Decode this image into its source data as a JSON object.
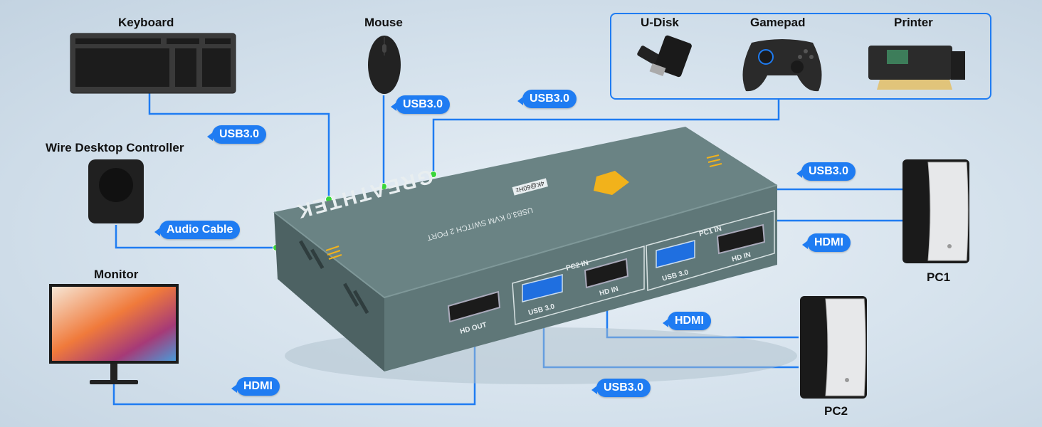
{
  "devices": {
    "keyboard": "Keyboard",
    "mouse": "Mouse",
    "udisk": "U-Disk",
    "gamepad": "Gamepad",
    "printer": "Printer",
    "controller": "Wire Desktop Controller",
    "monitor": "Monitor",
    "pc1": "PC1",
    "pc2": "PC2"
  },
  "cables": {
    "keyboard": "USB3.0",
    "mouse": "USB3.0",
    "peripherals": "USB3.0",
    "audio": "Audio Cable",
    "monitor": "HDMI",
    "pc1_usb": "USB3.0",
    "pc1_hdmi": "HDMI",
    "pc2_hdmi": "HDMI",
    "pc2_usb": "USB3.0"
  },
  "switch": {
    "brand": "GREATHTEK",
    "model": "USB3.0 KVM SWITCH 2 PORT",
    "badge": "4K@60Hz",
    "ports": {
      "hd_out": "HD OUT",
      "pc2_group": "PC2 IN",
      "pc1_group": "PC1 IN",
      "usb": "USB 3.0",
      "hd_in": "HD IN"
    }
  },
  "colors": {
    "accent": "#1f7cf2",
    "box": "#5f7778",
    "dot": "#3ad63a",
    "logo": "#f2b21b"
  }
}
